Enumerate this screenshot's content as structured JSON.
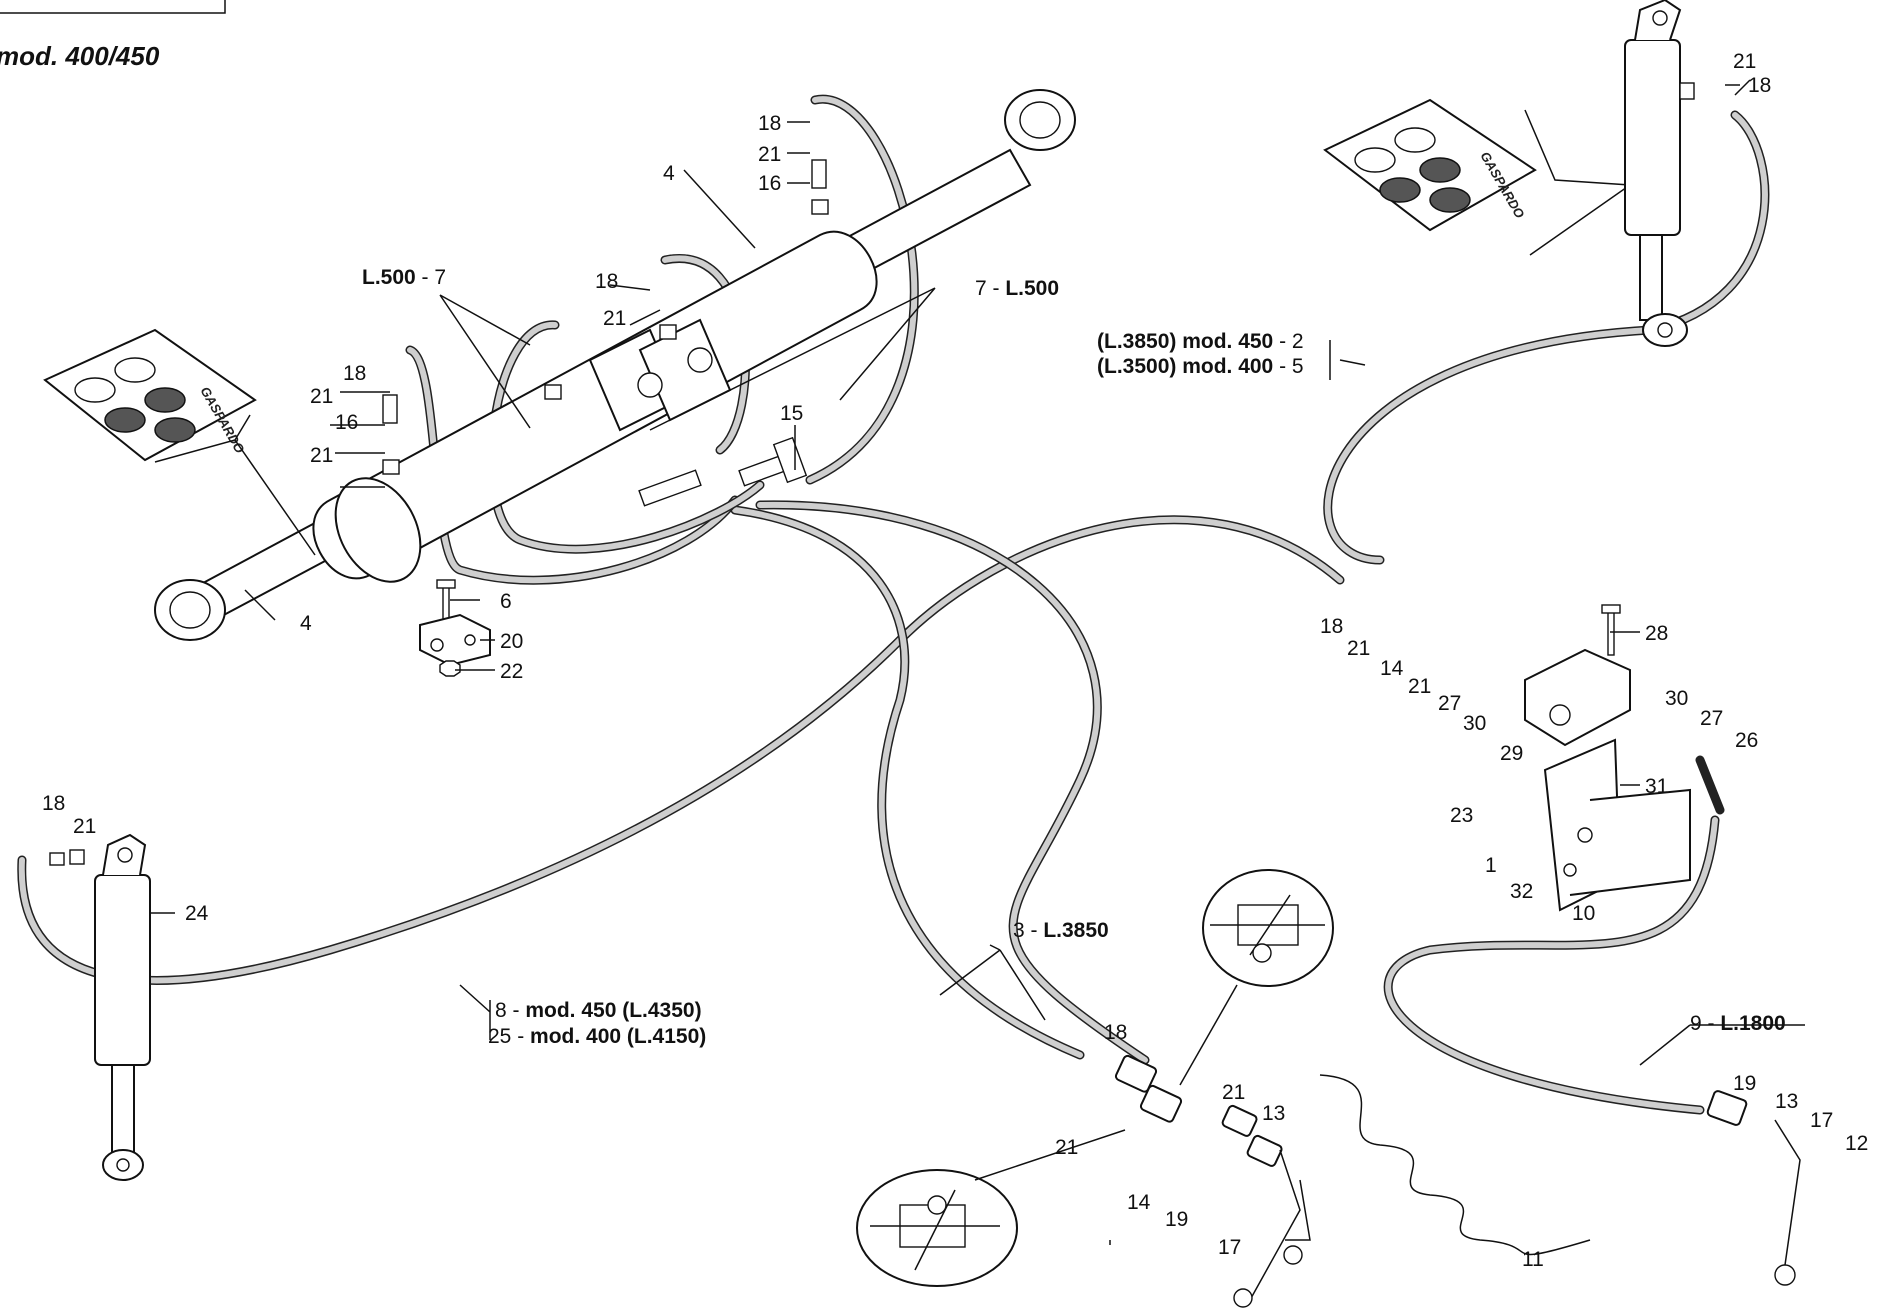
{
  "title": "mod. 400/450",
  "logo_text": "GASPARDO",
  "labels": {
    "l18a": "18",
    "l21a": "21",
    "l16a": "16",
    "l4a": "4",
    "l18b": "18",
    "l21b": "21",
    "l18c": "18",
    "l21c": "21",
    "l16c": "16",
    "l21d": "21",
    "l15": "15",
    "l4b": "4",
    "l6": "6",
    "l20": "20",
    "l22": "22",
    "l21e": "21",
    "l18e": "18",
    "l18f": "18",
    "l21f": "21",
    "l14f": "14",
    "l21g": "21",
    "l27f": "27",
    "l30f": "30",
    "l28": "28",
    "l30g": "30",
    "l27g": "27",
    "l26": "26",
    "l29": "29",
    "l31": "31",
    "l23": "23",
    "l1": "1",
    "l32": "32",
    "l10": "10",
    "l18h": "18",
    "l21h": "21",
    "l24": "24",
    "l18i": "18",
    "l21i": "21",
    "l13i": "13",
    "l21j": "21",
    "l14j": "14",
    "l19j": "19",
    "l17j": "17",
    "l11": "11",
    "l19k": "19",
    "l13k": "13",
    "l17k": "17",
    "l12": "12"
  },
  "callouts": {
    "l500_left_b": "L.500",
    "l500_left_n": " - 7",
    "l500_right_n": "7 - ",
    "l500_right_b": "L.500",
    "m450_b": "(L.3850) mod. 450",
    "m450_n": " - 2",
    "m400_b": "(L.3500) mod. 400",
    "m400_n": " - 5",
    "l3850_n": "3 - ",
    "l3850_b": "L.3850",
    "m8_n": "8  - ",
    "m8_b": "mod. 450 (L.4350)",
    "m25_n": "25 - ",
    "m25_b": "mod. 400 (L.4150)",
    "l1800_n": "9 - ",
    "l1800_b": "L.1800"
  }
}
